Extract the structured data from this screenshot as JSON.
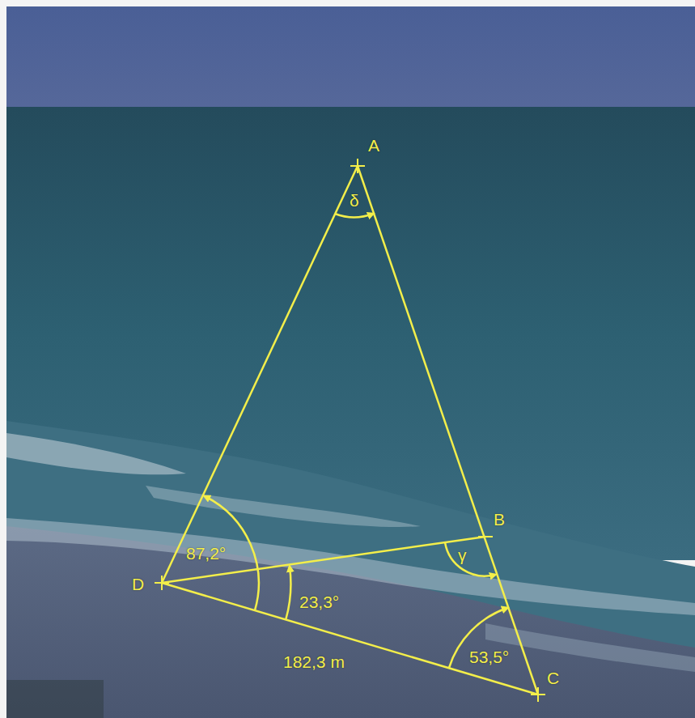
{
  "diagram": {
    "labels": [
      "A",
      "δ",
      "B",
      "γ",
      "87,2°",
      "D",
      "23,3°",
      "53,5°",
      "182,3 m",
      "C"
    ]
  }
}
